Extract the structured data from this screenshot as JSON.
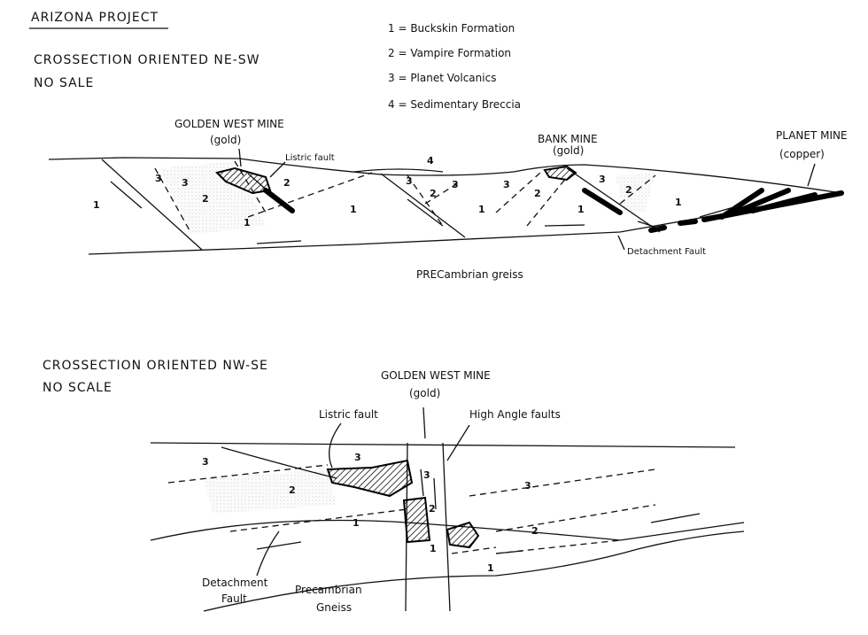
{
  "title": "ARIZONA PROJECT",
  "legend": [
    "1 = Buckskin Formation",
    "2 = Vampire Formation",
    "3 = Planet Volcanics",
    "4 = Sedimentary Breccia"
  ],
  "units": [
    "1",
    "2",
    "3",
    "4"
  ],
  "section_ne_sw": {
    "heading": "CROSSECTION ORIENTED NE-SW",
    "scale_note": "NO SALE",
    "golden_west_mine": "GOLDEN WEST MINE",
    "golden_west_commodity": "(gold)",
    "listric_fault": "Listric fault",
    "bank_mine": "BANK MINE",
    "bank_commodity": "(gold)",
    "planet_mine": "PLANET MINE",
    "planet_commodity": "(copper)",
    "detachment_fault": "Detachment Fault",
    "basement": "PRECambrian greiss"
  },
  "section_nw_se": {
    "heading": "CROSSECTION ORIENTED NW-SE",
    "scale_note": "NO SCALE",
    "golden_west_mine": "GOLDEN WEST MINE",
    "golden_west_commodity": "(gold)",
    "listric_fault": "Listric fault",
    "high_angle_faults": "High Angle faults",
    "detachment_fault_1": "Detachment",
    "detachment_fault_2": "Fault",
    "basement_1": "Precambrian",
    "basement_2": "Gneiss"
  }
}
